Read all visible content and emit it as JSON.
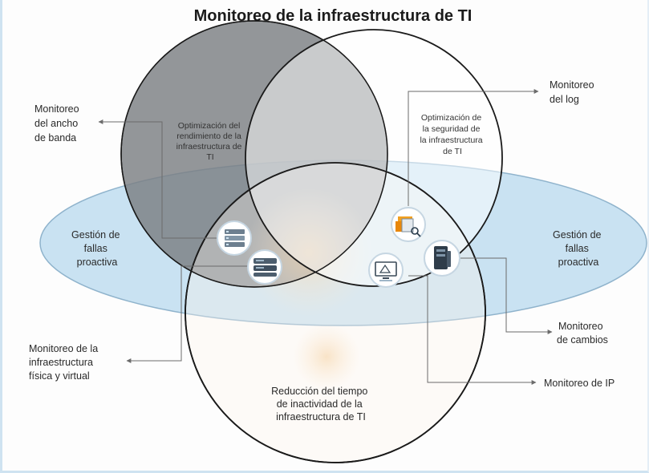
{
  "title": "Monitoreo de la infraestructura de TI",
  "colors": {
    "ellipse_fill": "#c9e2f2",
    "ellipse_stroke": "#8fb3cc",
    "gray_circle_fill": "#7b7f83",
    "circle_stroke": "#1a1a1a",
    "connector": "#6b6b6b",
    "glow": "#f3d9b0"
  },
  "circles": {
    "performance": [
      "Optimización del",
      "rendimiento de la",
      "infraestructura de",
      "TI"
    ],
    "security": [
      "Optimización de",
      "la seguridad de",
      "la infraestructura",
      "de TI"
    ],
    "downtime": [
      "Reducción del tiempo",
      "de inactividad de la",
      "infraestructura de TI"
    ]
  },
  "ellipse": {
    "left_label": [
      "Gestión de",
      "fallas",
      "proactiva"
    ],
    "right_label": [
      "Gestión de",
      "fallas",
      "proactiva"
    ]
  },
  "callouts": {
    "bandwidth": [
      "Monitoreo",
      "del ancho",
      "de banda"
    ],
    "log": [
      "Monitoreo",
      "del log"
    ],
    "physical_virtual": [
      "Monitoreo de la",
      "infraestructura",
      "física y virtual"
    ],
    "changes": [
      "Monitoreo",
      "de cambios"
    ],
    "ip": [
      "Monitoreo de IP"
    ]
  },
  "icons": [
    {
      "name": "server-rack-icon"
    },
    {
      "name": "network-switch-icon"
    },
    {
      "name": "log-search-icon"
    },
    {
      "name": "monitor-icon"
    },
    {
      "name": "server-tower-icon"
    }
  ]
}
